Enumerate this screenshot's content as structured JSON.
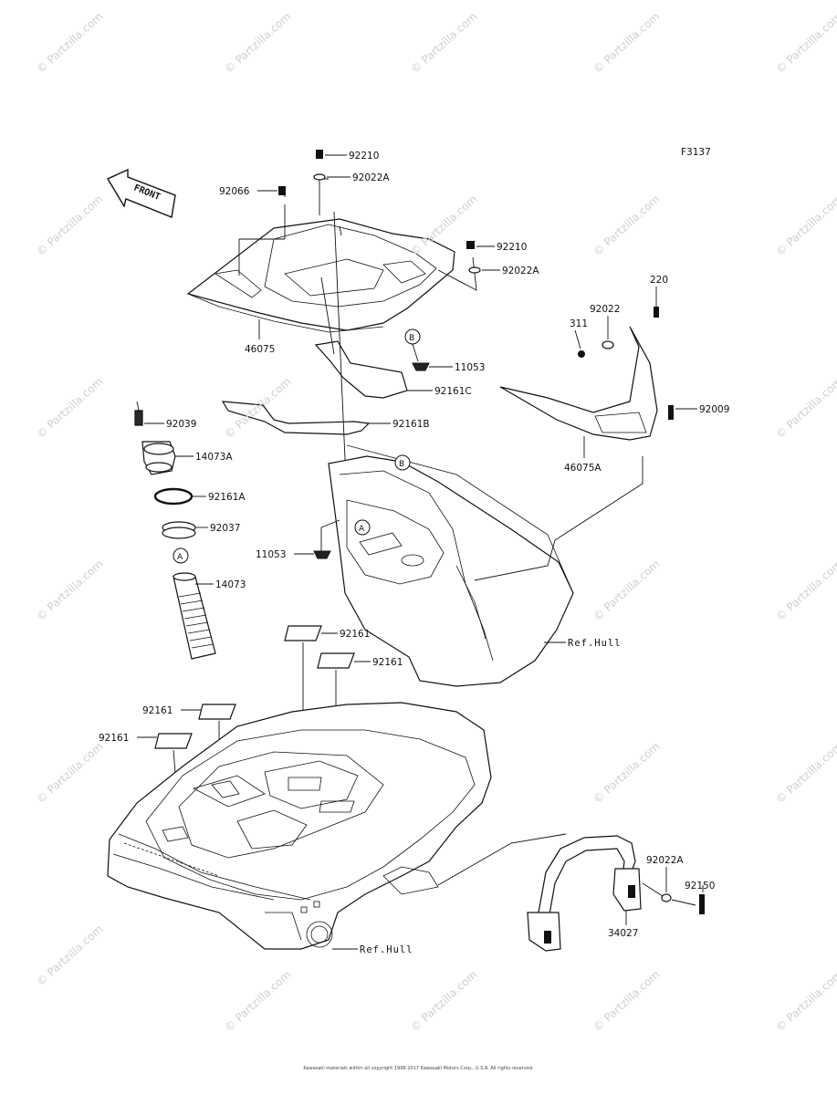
{
  "figure_code": "F3137",
  "front_label": "FRONT",
  "watermark_text": "© Partzilla.com",
  "labels": {
    "p92210_a": "92210",
    "p92022A_a": "92022A",
    "p92066": "92066",
    "p92210_b": "92210",
    "p92022A_b": "92022A",
    "p46075": "46075",
    "p11053_a": "11053",
    "p92161C": "92161C",
    "p92161B": "92161B",
    "p92039": "92039",
    "p14073A": "14073A",
    "p92161A": "92161A",
    "p92037": "92037",
    "p14073": "14073",
    "p11053_b": "11053",
    "p220": "220",
    "p92022": "92022",
    "p311": "311",
    "p92009": "92009",
    "p46075A": "46075A",
    "p92161_a": "92161",
    "p92161_b": "92161",
    "p92161_c": "92161",
    "p92161_d": "92161",
    "p92022A_c": "92022A",
    "p92150": "92150",
    "p34027": "34027"
  },
  "callouts": {
    "a": "A",
    "b": "B"
  },
  "ref_hull_1": "Ref.Hull",
  "ref_hull_2": "Ref.Hull",
  "footer": "Kawasaki materials within all copyright 1998-2017 Kawasaki Motors Corp., U.S.A. All rights reserved."
}
